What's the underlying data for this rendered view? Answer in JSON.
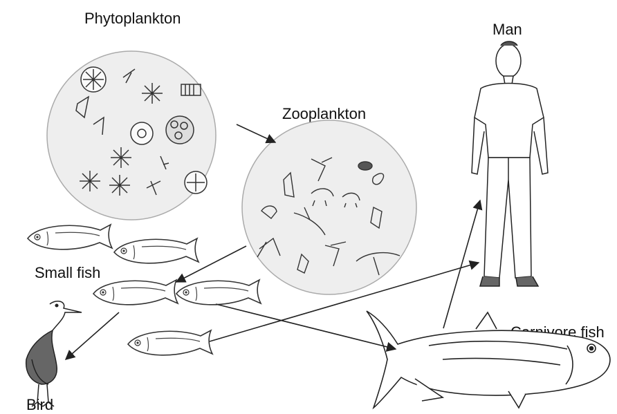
{
  "labels": {
    "phytoplankton": "Phytoplankton",
    "zooplankton": "Zooplankton",
    "man": "Man",
    "small_fish": "Small fish",
    "bird": "Bird",
    "carnivore_fish": "Carnivore fish"
  },
  "colors": {
    "ink": "#222222",
    "circle_fill": "#eeeeee",
    "background": "#ffffff"
  },
  "icons": {
    "phytoplankton": "phytoplankton-cells",
    "zooplankton": "zooplankton-organisms",
    "small_fish": "small-fish",
    "bird": "heron",
    "carnivore_fish": "large-fish",
    "man": "standing-man"
  }
}
